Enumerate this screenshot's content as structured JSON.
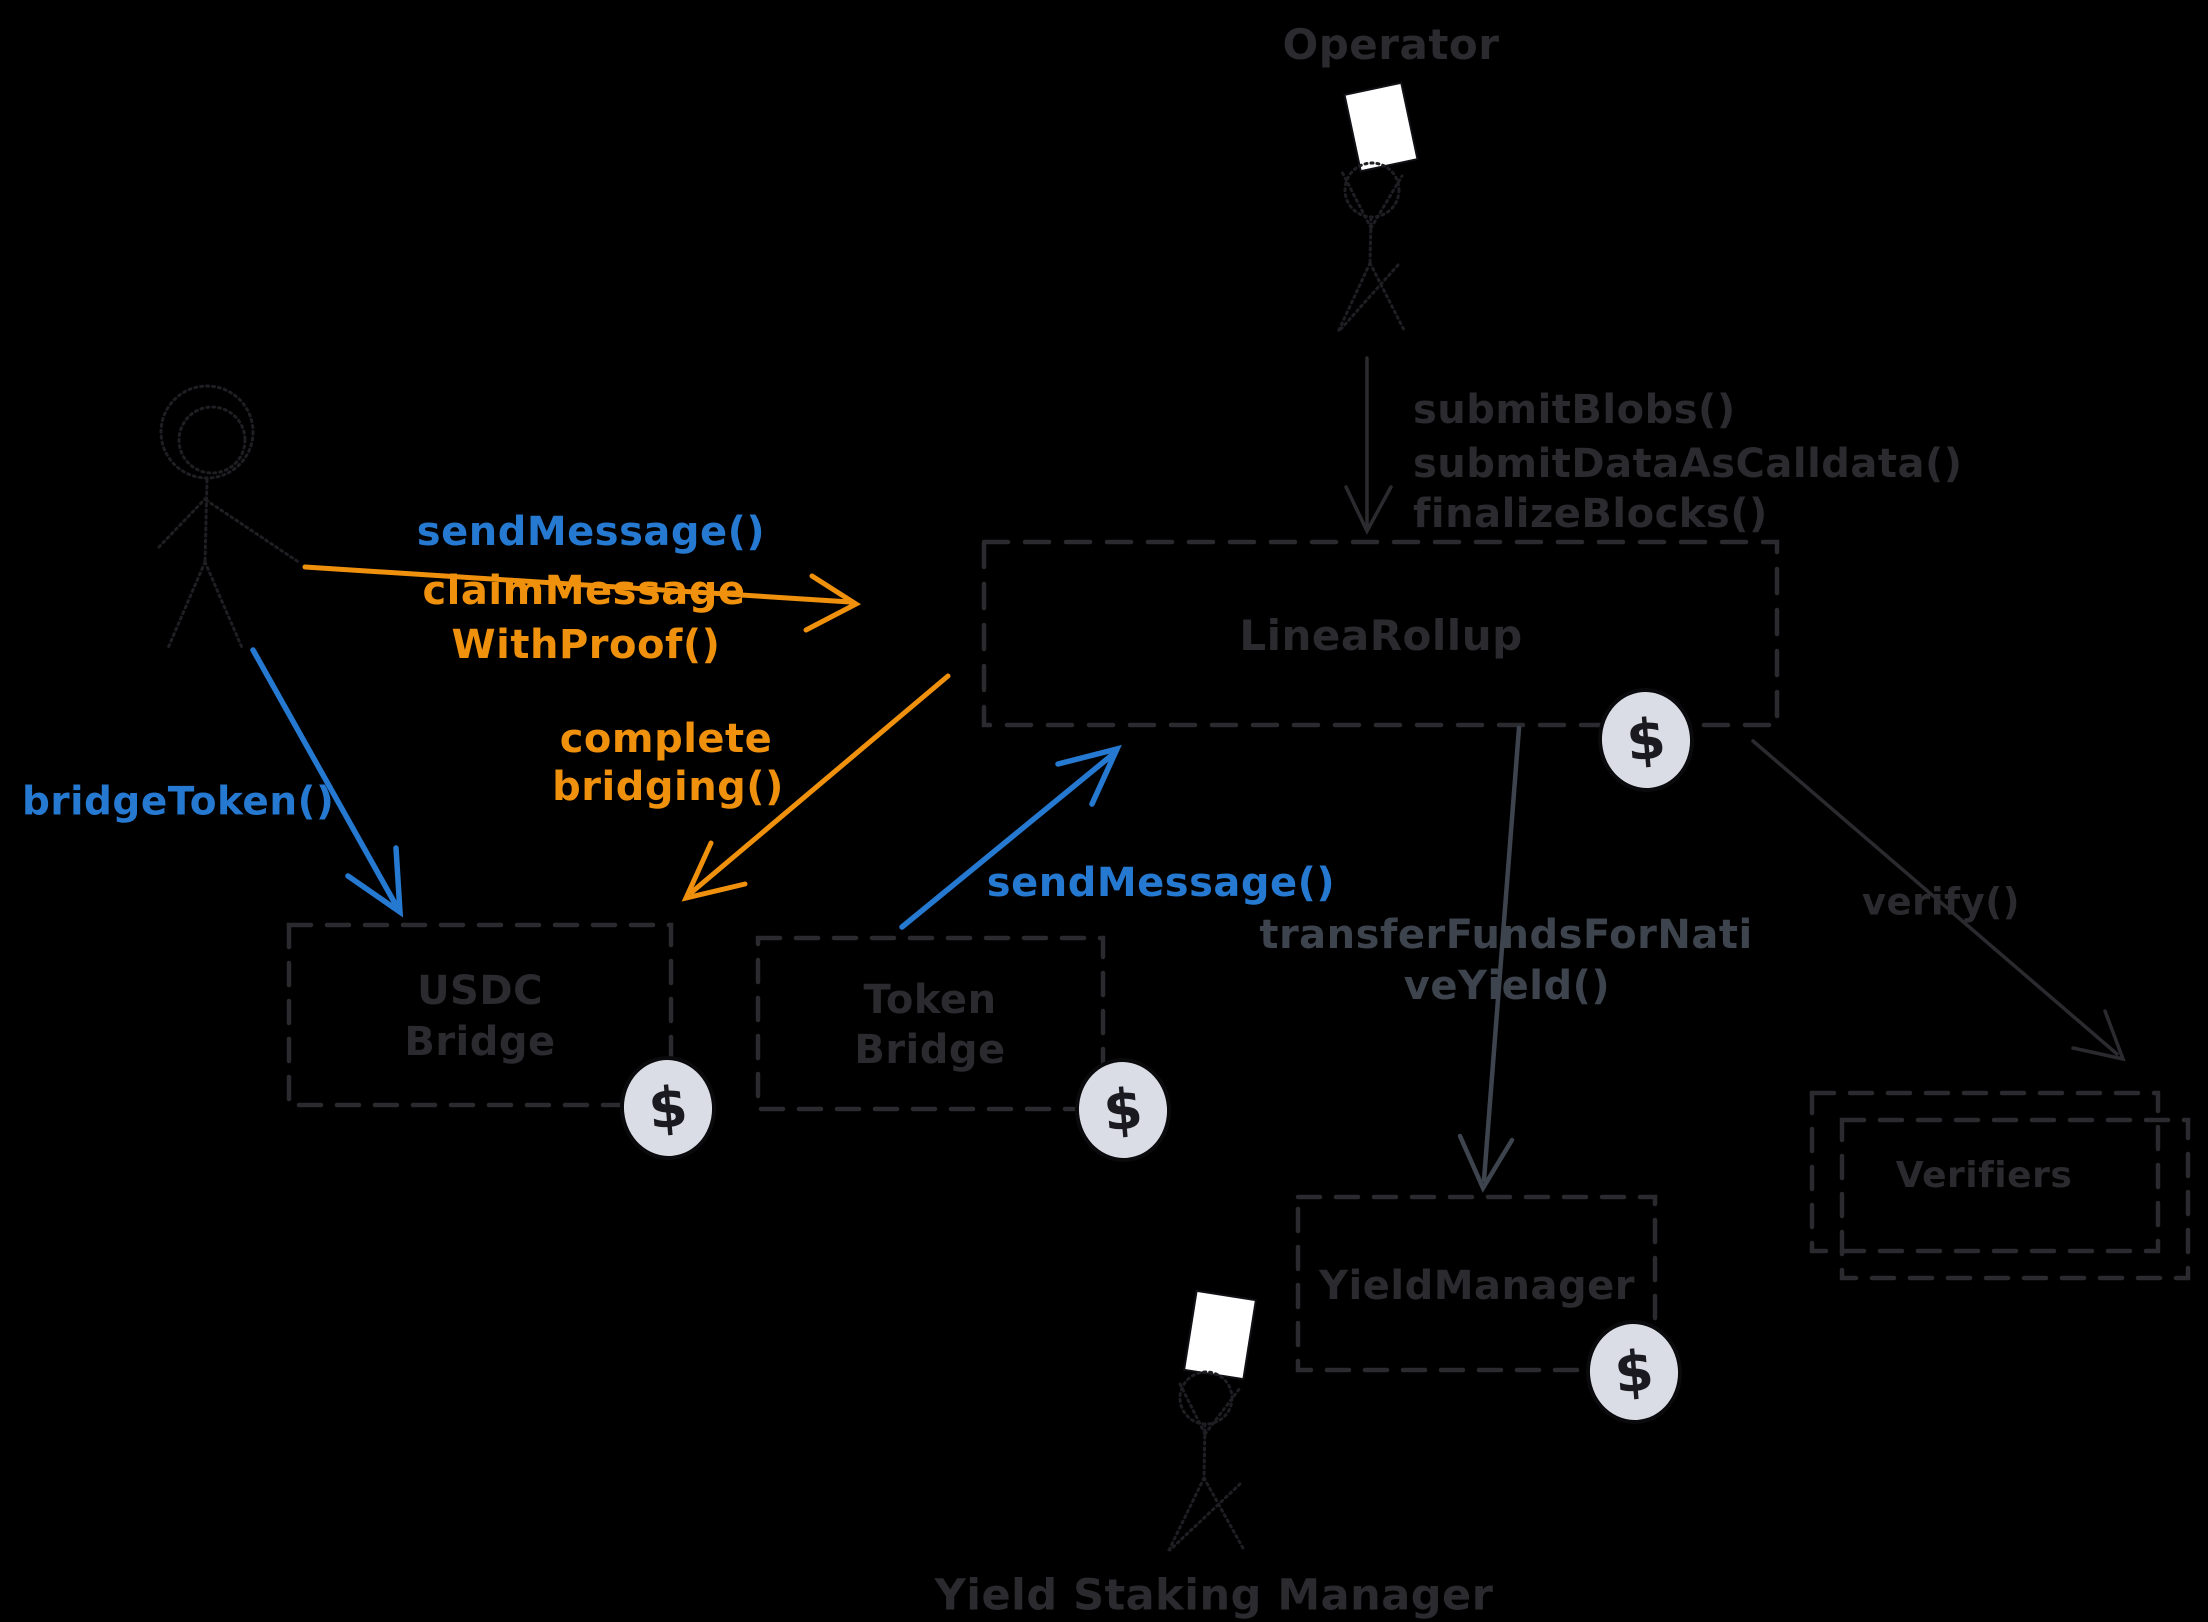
{
  "palette": {
    "background": "#000000",
    "dark_stroke": "#2b2b2f",
    "slate_stroke": "#3e444e",
    "blue": "#2679d0",
    "orange": "#f0910d",
    "badge_fill": "#dadde5",
    "badge_text": "#1a1a20",
    "paper": "#ffffff"
  },
  "actors": {
    "operator": {
      "label": "Operator"
    },
    "yield_staking_manager": {
      "label": "Yield Staking Manager"
    }
  },
  "nodes": {
    "linea_rollup": {
      "label": "LineaRollup"
    },
    "usdc_bridge": {
      "lines": [
        "USDC",
        "Bridge"
      ]
    },
    "token_bridge": {
      "lines": [
        "Token",
        "Bridge"
      ]
    },
    "yield_manager": {
      "label": "YieldManager"
    },
    "verifiers": {
      "label": "Verifiers"
    }
  },
  "edges": {
    "send_message_user": {
      "label": "sendMessage()"
    },
    "claim_message": {
      "lines": [
        "claimMessage",
        "WithProof()"
      ]
    },
    "bridge_token": {
      "label": "bridgeToken()"
    },
    "complete_bridging": {
      "lines": [
        "complete",
        "bridging()"
      ]
    },
    "send_message_token_bridge": {
      "label": "sendMessage()"
    },
    "operator_calls": {
      "lines": [
        "submitBlobs()",
        "submitDataAsCalldata()",
        "finalizeBlocks()"
      ]
    },
    "transfer_funds": {
      "lines": [
        "transferFundsForNati",
        "veYield()"
      ]
    },
    "verify": {
      "label": "verify()"
    }
  },
  "badges": {
    "dollar": "$"
  }
}
